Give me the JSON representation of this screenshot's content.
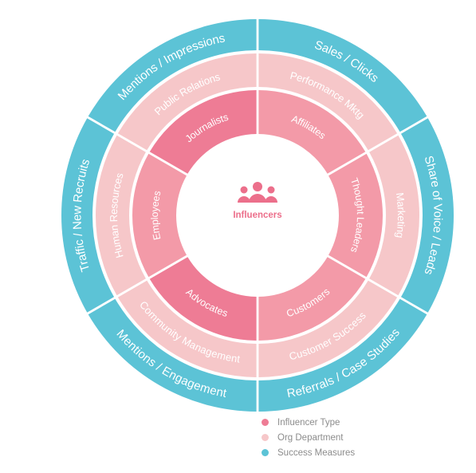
{
  "center": {
    "label": "Influencers",
    "icon": "people-group-icon"
  },
  "colors": {
    "inner": "#ee7c95",
    "inner_light": "#f39aa8",
    "middle": "#f6c7c9",
    "outer": "#5cc3d6",
    "center_text": "#ec6f8b"
  },
  "rings": {
    "inner": {
      "name": "Influencer Type",
      "segments": [
        {
          "label": "Journalists"
        },
        {
          "label": "Affiliates"
        },
        {
          "label": "Thought Leaders"
        },
        {
          "label": "Customers"
        },
        {
          "label": "Advocates"
        },
        {
          "label": "Employees"
        }
      ]
    },
    "middle": {
      "name": "Org Department",
      "segments": [
        {
          "label": "Public Relations"
        },
        {
          "label": "Performance Mktg"
        },
        {
          "label": "Marketing"
        },
        {
          "label": "Customer Success"
        },
        {
          "label": "Community Management"
        },
        {
          "label": "Human Resources"
        }
      ]
    },
    "outer": {
      "name": "Success Measures",
      "segments": [
        {
          "label": "Mentions / Impressions"
        },
        {
          "label": "Sales / Clicks"
        },
        {
          "label": "Share of Voice / Leads"
        },
        {
          "label": "Referrals / Case Studies"
        },
        {
          "label": "Mentions / Engagement"
        },
        {
          "label": "Traffic / New Recruits"
        }
      ]
    }
  },
  "legend": [
    {
      "label": "Influencer Type",
      "color": "#ee7c95"
    },
    {
      "label": "Org Department",
      "color": "#f6c7c9"
    },
    {
      "label": "Success Measures",
      "color": "#5cc3d6"
    }
  ]
}
